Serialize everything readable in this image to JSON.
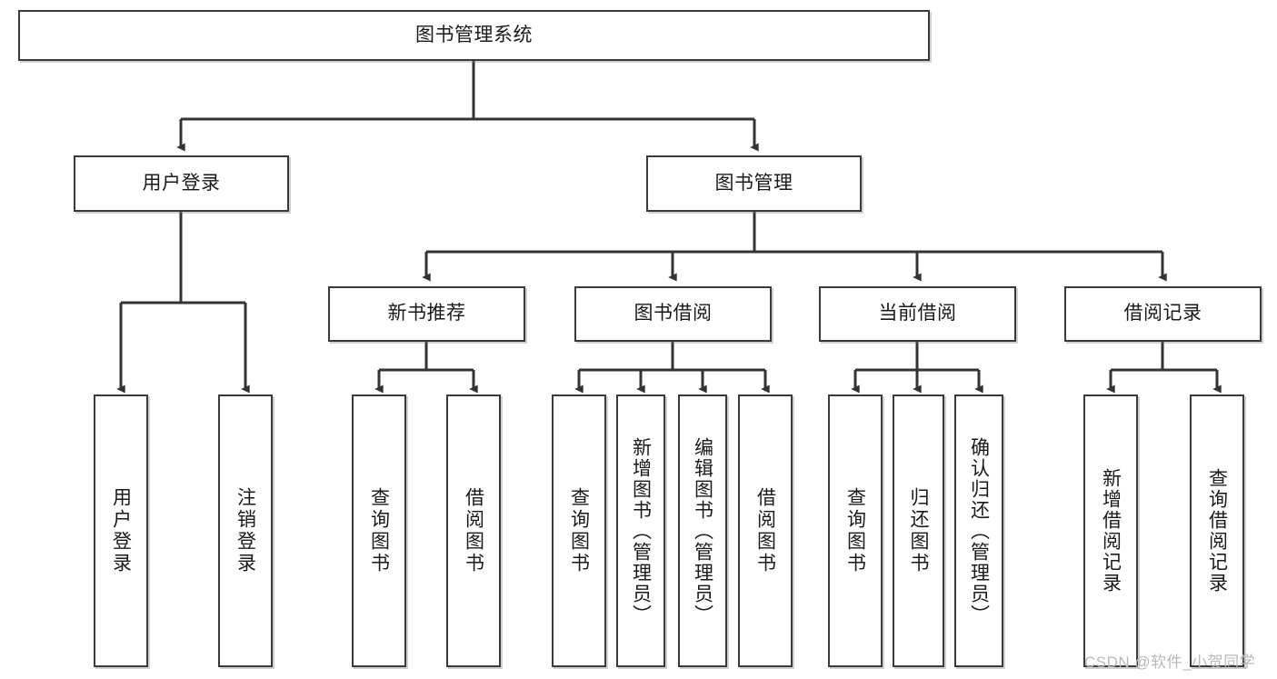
{
  "diagram": {
    "type": "hierarchy-tree",
    "title": "图书管理系统",
    "watermark": "CSDN @软件_小贺同学",
    "colors": {
      "box_border": "#3a3a3a",
      "box_fill": "#ffffff",
      "connector": "#333333",
      "text": "#1a1a1a",
      "watermark": "#b9b9b9"
    },
    "nodes": {
      "root": {
        "label": "图书管理系统"
      },
      "level2": [
        {
          "label": "用户登录"
        },
        {
          "label": "图书管理"
        }
      ],
      "level3": [
        {
          "label": "新书推荐"
        },
        {
          "label": "图书借阅"
        },
        {
          "label": "当前借阅"
        },
        {
          "label": "借阅记录"
        }
      ],
      "leaves": {
        "user_login": [
          {
            "label": "用户登录"
          },
          {
            "label": "注销登录"
          }
        ],
        "new_book_recommend": [
          {
            "label": "查询图书"
          },
          {
            "label": "借阅图书"
          }
        ],
        "book_borrow": [
          {
            "label": "查询图书"
          },
          {
            "label": "新增图书（管理员）"
          },
          {
            "label": "编辑图书（管理员）"
          },
          {
            "label": "借阅图书"
          }
        ],
        "current_borrow": [
          {
            "label": "查询图书"
          },
          {
            "label": "归还图书"
          },
          {
            "label": "确认归还（管理员）"
          }
        ],
        "borrow_record": [
          {
            "label": "新增借阅记录"
          },
          {
            "label": "查询借阅记录"
          }
        ]
      }
    }
  }
}
